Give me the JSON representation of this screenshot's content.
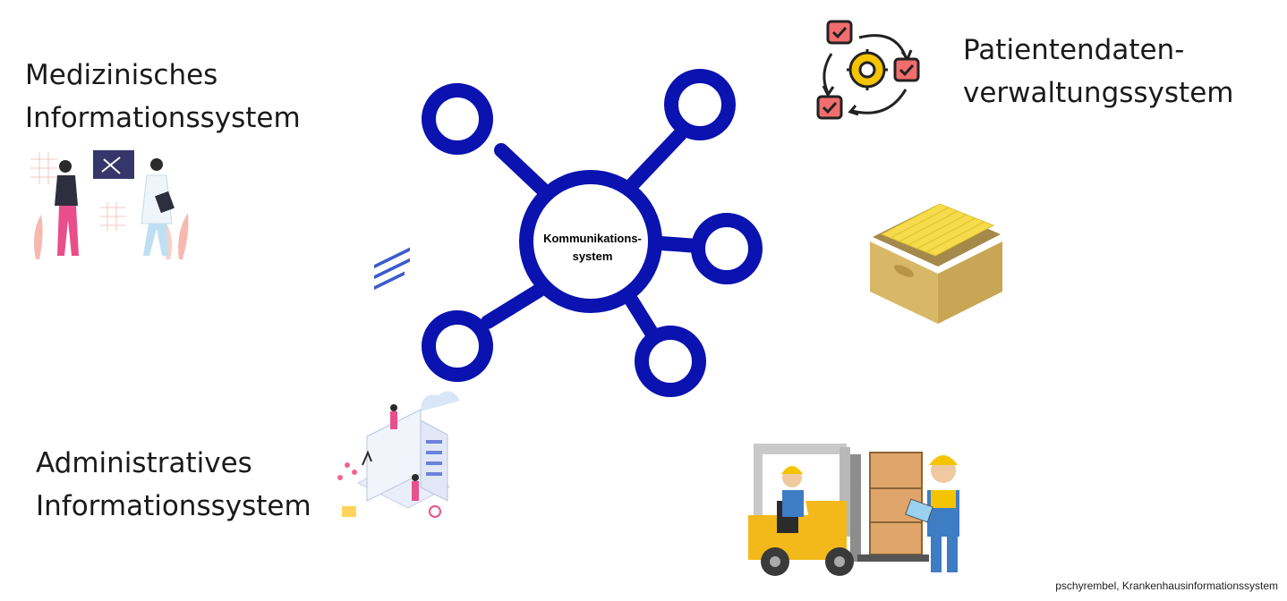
{
  "hub": {
    "line1": "Kommunikations-",
    "line2": "system",
    "color": "#0a12b0"
  },
  "labels": {
    "medical": [
      "Medizinisches",
      "Informationssystem"
    ],
    "patient": [
      "Patientendaten-",
      "verwaltungssystem"
    ],
    "admin": [
      "Administratives",
      "Informationssystem"
    ]
  },
  "source": "pschyrembel, Krankenhausinformationssystem",
  "icons": {
    "medical": "doctors-xray-illustration",
    "patient_cycle": "gear-cycle-checklist-icon",
    "file_box": "file-box-icon",
    "admin": "isometric-data-center-illustration",
    "logistics": "forklift-workers-illustration"
  }
}
